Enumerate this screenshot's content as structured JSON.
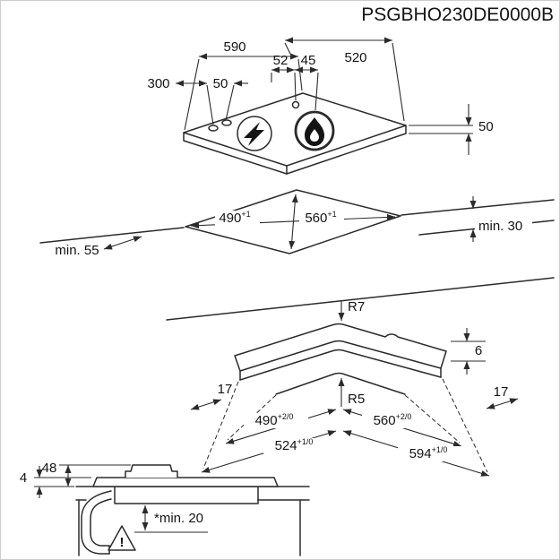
{
  "header": {
    "product_code": "PSGBHO230DE0000B"
  },
  "top_view": {
    "width": "590",
    "burner_offset_a": "52",
    "burner_offset_b": "45",
    "depth": "520",
    "knob_offset": "300",
    "knob_spacing": "50",
    "hob_height": "50"
  },
  "cutout_view": {
    "cutout_depth": "490",
    "cutout_depth_tol": "+1",
    "cutout_width": "560",
    "cutout_width_tol": "+1",
    "front_clearance": "min. 55",
    "worktop_thickness": "min. 30"
  },
  "corner_view": {
    "hob_corner_radius": "R7",
    "cutout_corner_radius": "R5",
    "glass_thickness": "6",
    "overhang_left": "17",
    "overhang_right": "17",
    "cutout_depth": "490",
    "cutout_depth_tol": "+2/0",
    "cutout_width": "560",
    "cutout_width_tol": "+2/0",
    "hob_depth": "524",
    "hob_depth_tol": "+1/0",
    "hob_width": "594",
    "hob_width_tol": "+1/0"
  },
  "side_view": {
    "edge_height": "4",
    "support_height": "48",
    "clearance_below": "*min. 20",
    "warning_mark": "!"
  }
}
